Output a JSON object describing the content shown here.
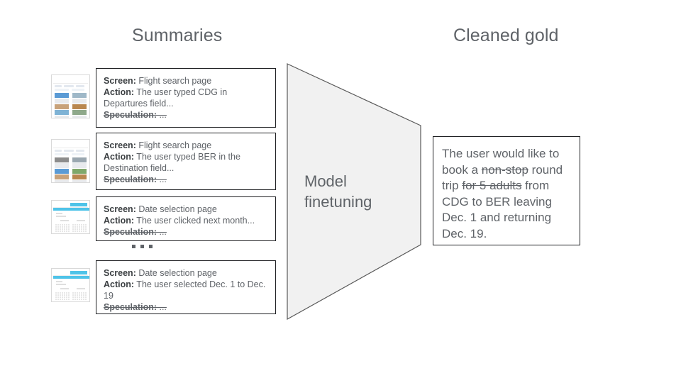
{
  "headers": {
    "summaries": "Summaries",
    "cleaned_gold": "Cleaned gold"
  },
  "funnel": {
    "label": "Model\nfinetuning",
    "fill_color": "#f1f1f1",
    "stroke_color": "#595959"
  },
  "ellipsis": {
    "dots": "...",
    "dot_count": 3
  },
  "summaries": [
    {
      "thumbnail": "flight-search-results-screenshot",
      "screen_label": "Screen:",
      "screen_value": " Flight search page",
      "action_label": "Action:",
      "action_value": " The user typed CDG in Departures field...",
      "speculation_label": "Speculation:",
      "speculation_value": " ..."
    },
    {
      "thumbnail": "flight-search-results-screenshot",
      "screen_label": "Screen:",
      "screen_value": " Flight search page",
      "action_label": "Action:",
      "action_value": " The user typed BER in the Destination field...",
      "speculation_label": "Speculation:",
      "speculation_value": " ..."
    },
    {
      "thumbnail": "date-picker-calendar-screenshot",
      "screen_label": "Screen:",
      "screen_value": " Date selection page",
      "action_label": "Action:",
      "action_value": " The user clicked next month...",
      "speculation_label": "Speculation:",
      "speculation_value": " ..."
    },
    {
      "thumbnail": "date-picker-calendar-screenshot",
      "screen_label": "Screen:",
      "screen_value": " Date selection page",
      "action_label": "Action:",
      "action_value": " The user selected Dec. 1 to Dec. 19",
      "speculation_label": "Speculation:",
      "speculation_value": " ..."
    }
  ],
  "gold": {
    "segments": [
      {
        "text": "The user would like to book a ",
        "struck": false
      },
      {
        "text": "non-stop",
        "struck": true
      },
      {
        "text": " round trip ",
        "struck": false
      },
      {
        "text": "for 5 adults",
        "struck": true
      },
      {
        "text": " from CDG to BER leaving Dec. 1 and returning Dec. 19.",
        "struck": false
      }
    ],
    "plain_text": "The user would like to book a non-stop round trip for 5 adults from CDG to BER leaving Dec. 1 and returning Dec. 19."
  },
  "colors": {
    "text": "#5f6368",
    "bold_text": "#3c4043",
    "card_border": "#202124",
    "funnel_fill": "#f1f1f1",
    "accent_blue": "#4fc3e8"
  }
}
